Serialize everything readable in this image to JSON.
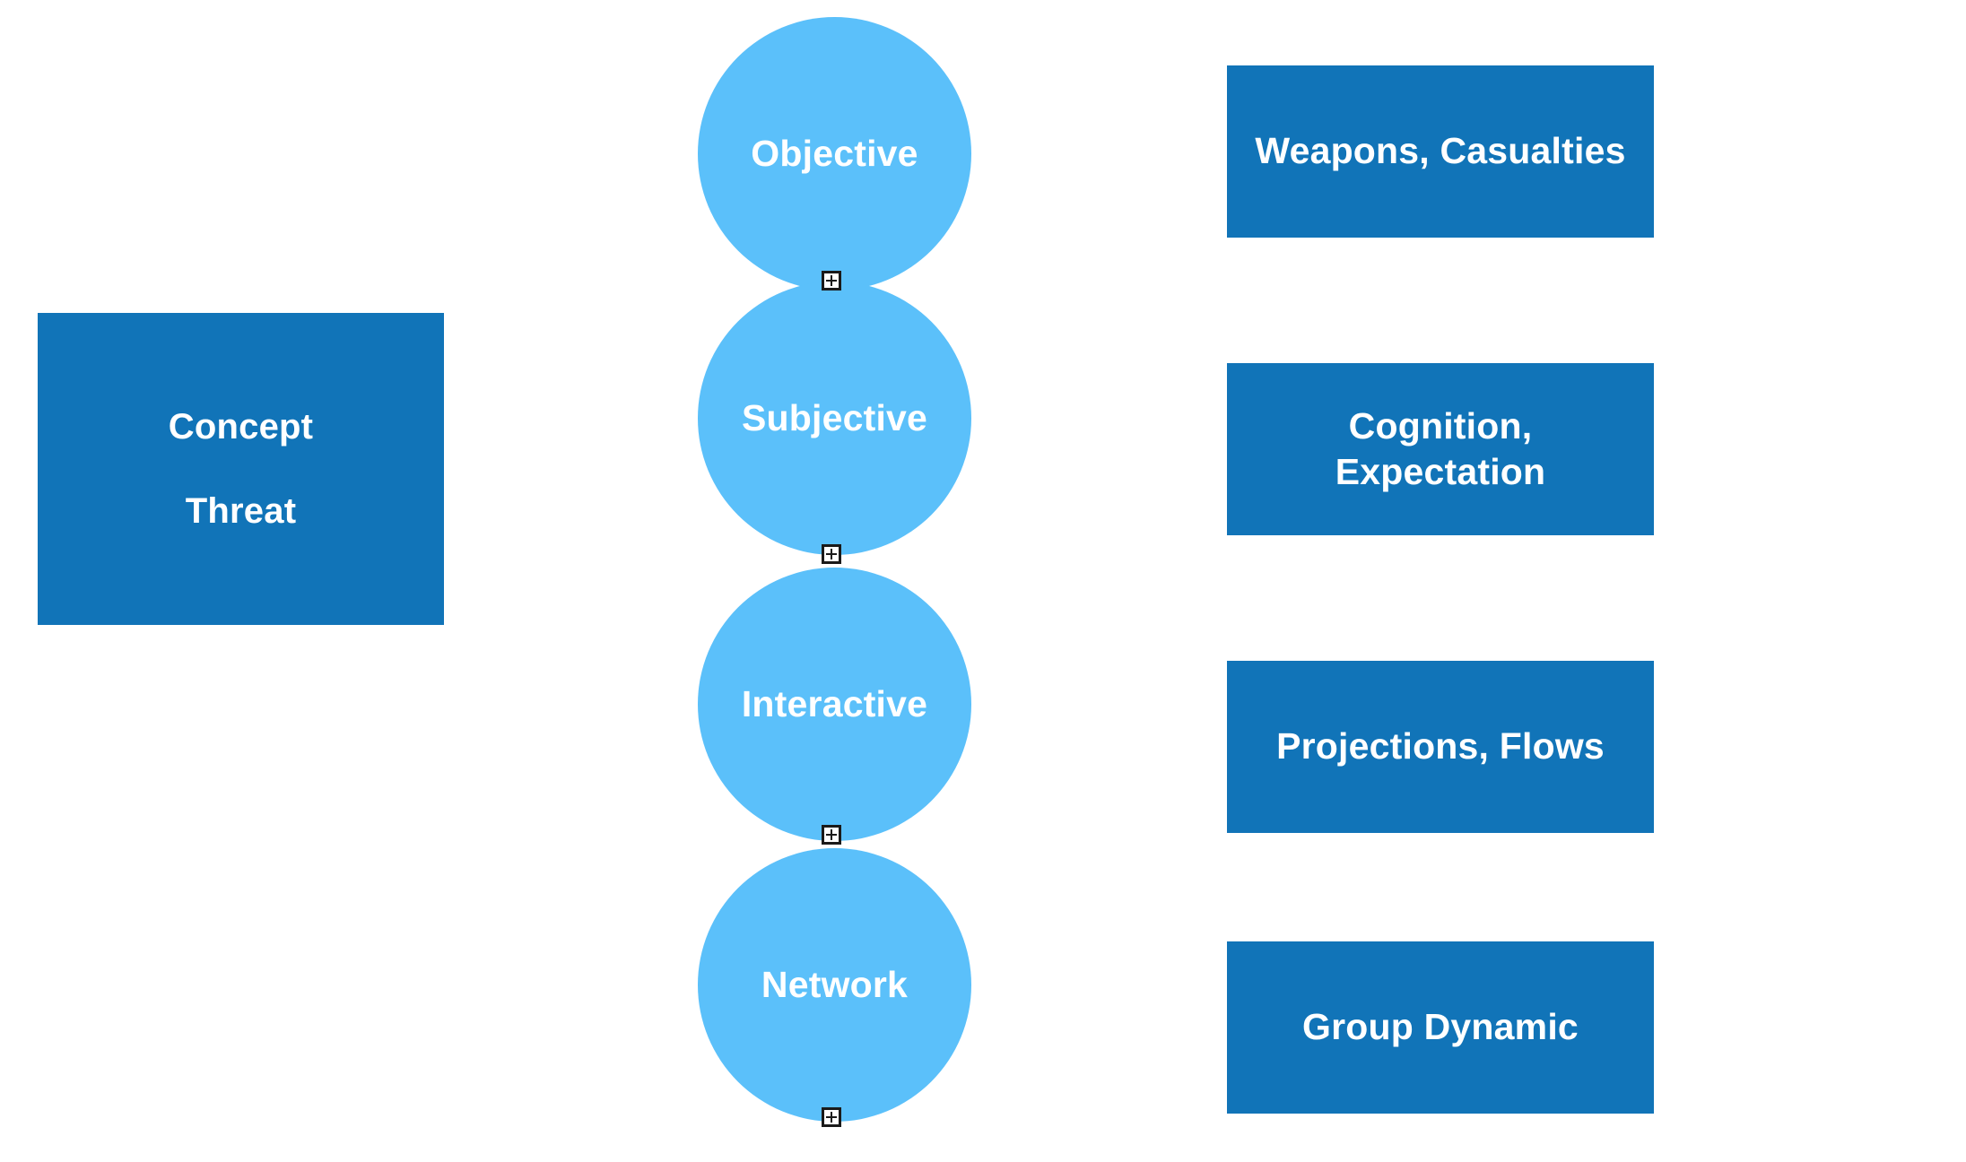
{
  "diagram": {
    "title": "Threat Concept Levels Diagram",
    "colors": {
      "circle_fill": "#5bc0fa",
      "box_fill": "#1174b8",
      "text": "#ffffff",
      "handle_stroke": "#1a1a1a",
      "background": "#ffffff"
    },
    "concept_box": {
      "line1": "Concept",
      "line2": "Threat"
    },
    "levels": [
      {
        "circle_label": "Objective",
        "attribute_label": "Weapons, Casualties"
      },
      {
        "circle_label": "Subjective",
        "attribute_label": "Cognition, Expectation"
      },
      {
        "circle_label": "Interactive",
        "attribute_label": "Projections, Flows"
      },
      {
        "circle_label": "Network",
        "attribute_label": "Group Dynamic"
      }
    ],
    "handles": [
      {
        "icon": "plus-icon"
      },
      {
        "icon": "plus-icon"
      },
      {
        "icon": "plus-icon"
      },
      {
        "icon": "plus-icon"
      }
    ]
  }
}
